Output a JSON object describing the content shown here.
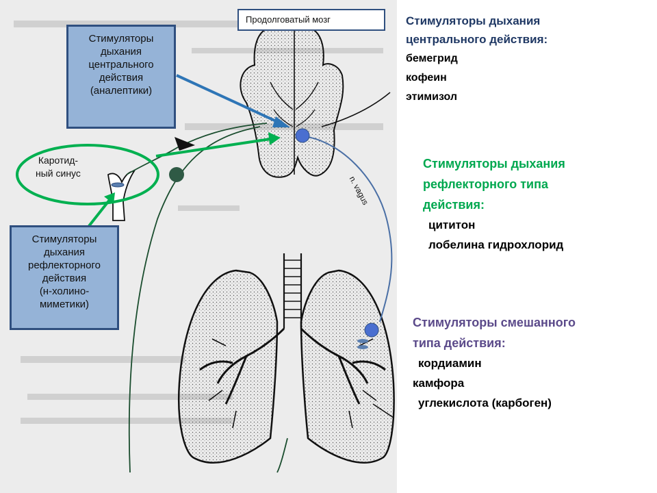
{
  "diagram": {
    "medulla_label": "Продолговатый мозг",
    "central_box": "Стимуляторы\nдыхания\nцентрального\nдействия\n(аналептики)",
    "carotid_label": "Каротид-\nный синус",
    "reflex_box": "Стимуляторы\nдыхания\nрефлекторного\nдействия\n(н-холино-\nмиметики)",
    "vagus_label": "n. vagus"
  },
  "groups": {
    "central": {
      "title_line1": "Стимуляторы дыхания",
      "title_line2": "центрального действия:",
      "drugs": [
        "бемегрид",
        "кофеин",
        "этимизол"
      ]
    },
    "reflex": {
      "title_line1": "Стимуляторы дыхания",
      "title_line2": "рефлекторного типа",
      "title_line3": "действия:",
      "drugs": [
        "цититон",
        "лобелина гидрохлорид"
      ]
    },
    "mixed": {
      "title_line1": "Стимуляторы смешанного",
      "title_line2": "типа  действия:",
      "drugs": [
        "кордиамин",
        "камфора",
        "углекислота (карбоген)"
      ]
    }
  },
  "colors": {
    "central_title": "#1f3864",
    "reflex_title": "#00a84f",
    "mixed_title": "#5b4a8a",
    "arrow_blue": "#2e75b6",
    "arrow_green": "#00b050",
    "box_fill": "#95b3d7"
  }
}
